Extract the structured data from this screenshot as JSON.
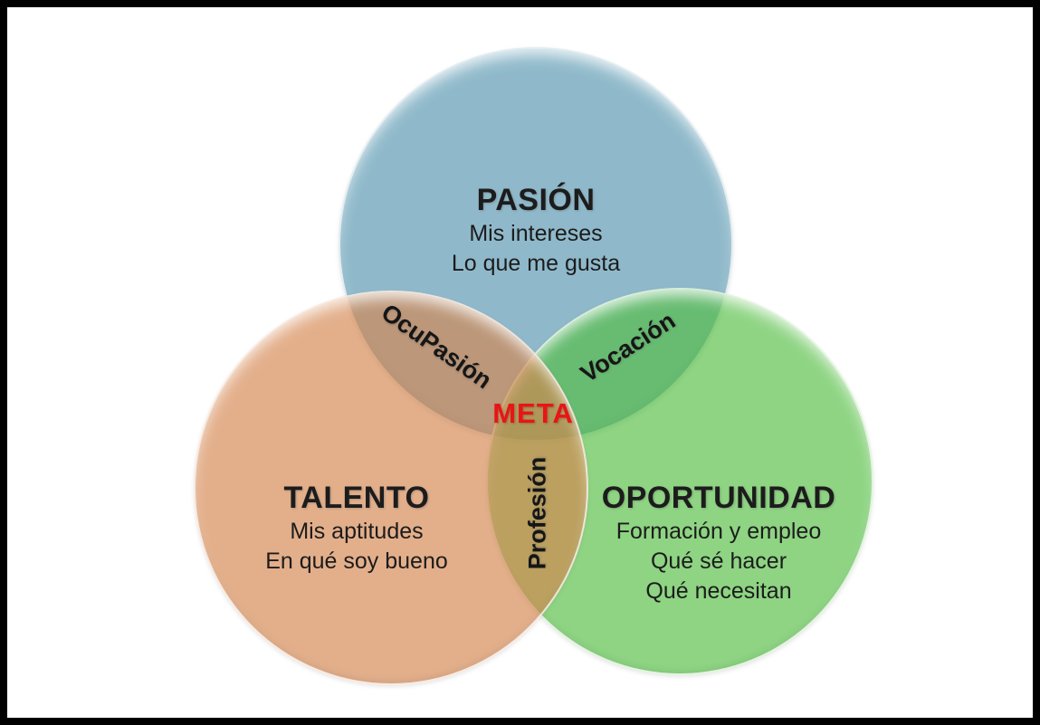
{
  "diagram": {
    "type": "venn",
    "background_color": "#ffffff",
    "frame_border_color": "#000000",
    "circles": [
      {
        "id": "pasion",
        "title": "PASIÓN",
        "lines": [
          "Mis intereses",
          "Lo que me gusta"
        ],
        "color": "#5393ad",
        "position": "top"
      },
      {
        "id": "talento",
        "title": "TALENTO",
        "lines": [
          "Mis aptitudes",
          "En qué soy bueno"
        ],
        "color": "#d4844d",
        "position": "bottom-left"
      },
      {
        "id": "oportunidad",
        "title": "OPORTUNIDAD",
        "lines": [
          "Formación y empleo",
          "Qué sé hacer",
          "Qué necesitan"
        ],
        "color": "#52bd41",
        "position": "bottom-right"
      }
    ],
    "overlaps": {
      "pasion_talento": {
        "label": "OcuPasión"
      },
      "pasion_oportunidad": {
        "label": "Vocación"
      },
      "talento_oportunidad": {
        "label": "Profesión"
      },
      "center": {
        "label": "META",
        "color": "#e81515"
      }
    },
    "fill_opacity": 0.65
  }
}
